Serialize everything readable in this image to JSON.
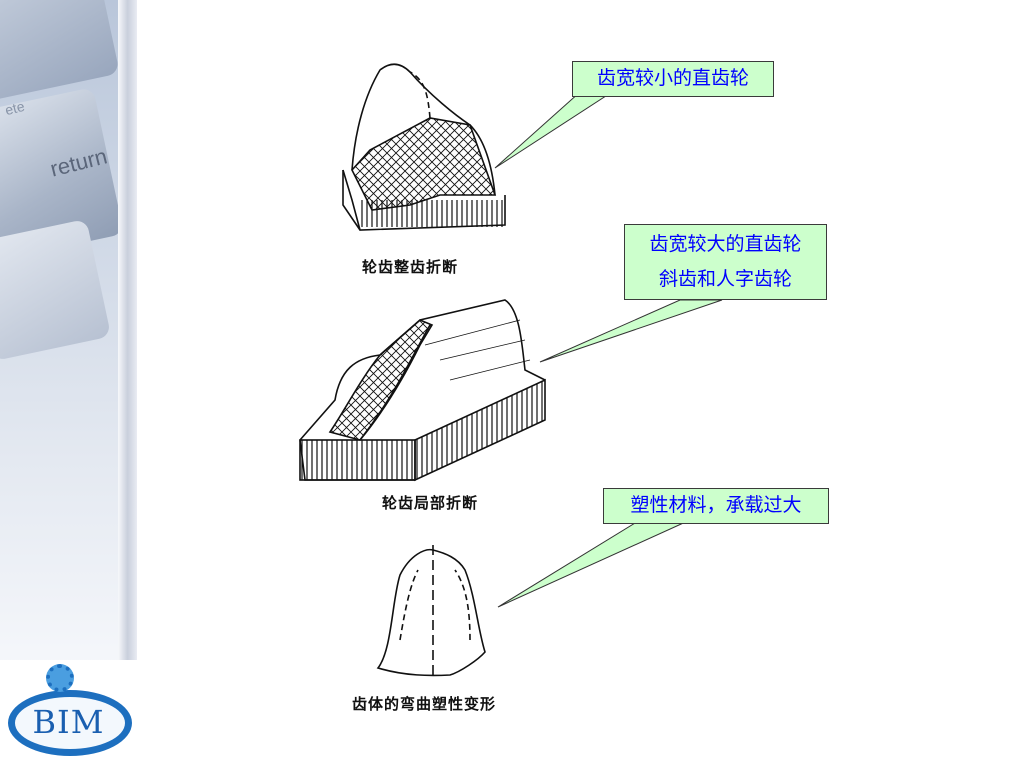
{
  "callouts": {
    "c1": "齿宽较小的直齿轮",
    "c2_line1": "齿宽较大的直齿轮",
    "c2_line2": "斜齿和人字齿轮",
    "c3": "塑性材料，承载过大"
  },
  "captions": {
    "fig1": "轮齿整齿折断",
    "fig2": "轮齿局部折断",
    "fig3": "齿体的弯曲塑性变形"
  },
  "sidebar": {
    "key_label": "return",
    "key_label_2": "ete"
  },
  "logo": {
    "text": "BIM"
  },
  "colors": {
    "callout_fill": "#ccffcc",
    "callout_text": "#0000ff",
    "logo_blue": "#1d6fbf"
  }
}
